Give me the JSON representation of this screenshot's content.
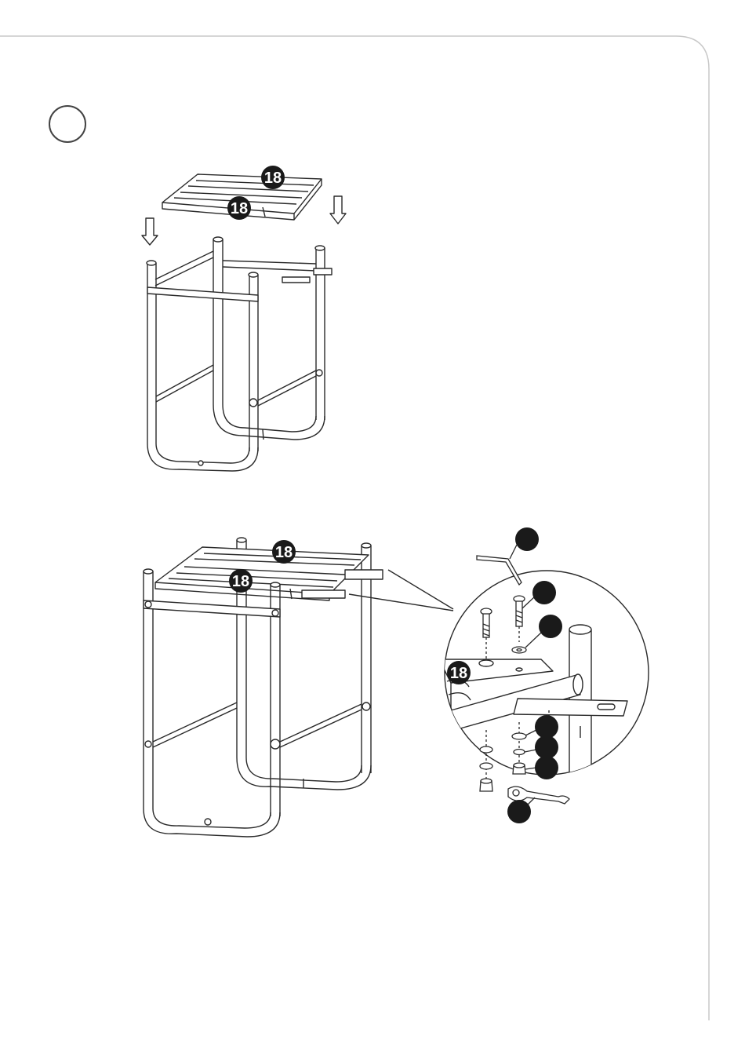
{
  "step": {
    "number": ""
  },
  "top_view": {
    "tabletop_labels": [
      "18",
      "18"
    ]
  },
  "bottom_view": {
    "tabletop_labels": [
      "18",
      "18"
    ]
  },
  "detail": {
    "part_label": "18",
    "callouts": [
      "",
      "",
      "",
      "",
      "",
      "",
      ""
    ]
  },
  "colors": {
    "line": "#2a2a2a",
    "badge_fill": "#1a1a1a",
    "badge_text": "#ffffff",
    "border": "#c8c8c8"
  }
}
